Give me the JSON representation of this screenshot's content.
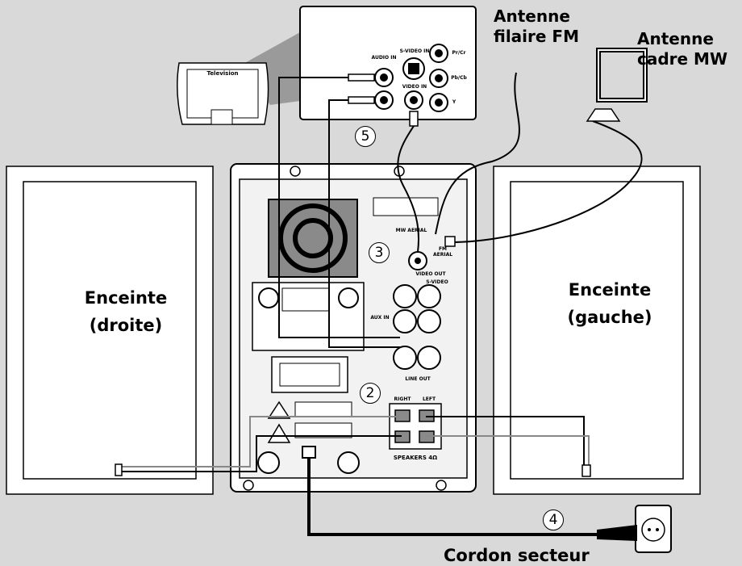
{
  "labels": {
    "fm_antenna": "Antenne filaire FM",
    "mw_antenna": "Antenne cadre MW",
    "speaker_right": "Enceinte (droite)",
    "speaker_left": "Enceinte (gauche)",
    "power_cord": "Cordon secteur",
    "television": "Television"
  },
  "tv_panel": {
    "audio_in": "AUDIO IN",
    "svideo_in": "S-VIDEO IN",
    "video_in": "VIDEO IN",
    "pr": "Pr/Cr",
    "pb": "Pb/Cb",
    "y": "Y"
  },
  "unit_panel": {
    "mw_aerial": "MW AERIAL",
    "fm_aerial": "FM AERIAL",
    "video_out": "VIDEO OUT",
    "svideo": "S-VIDEO",
    "aux_in": "AUX IN",
    "line_out": "LINE OUT",
    "right": "RIGHT",
    "left": "LEFT",
    "speakers": "SPEAKERS 4Ω"
  },
  "steps": [
    "2",
    "3",
    "4",
    "5"
  ]
}
